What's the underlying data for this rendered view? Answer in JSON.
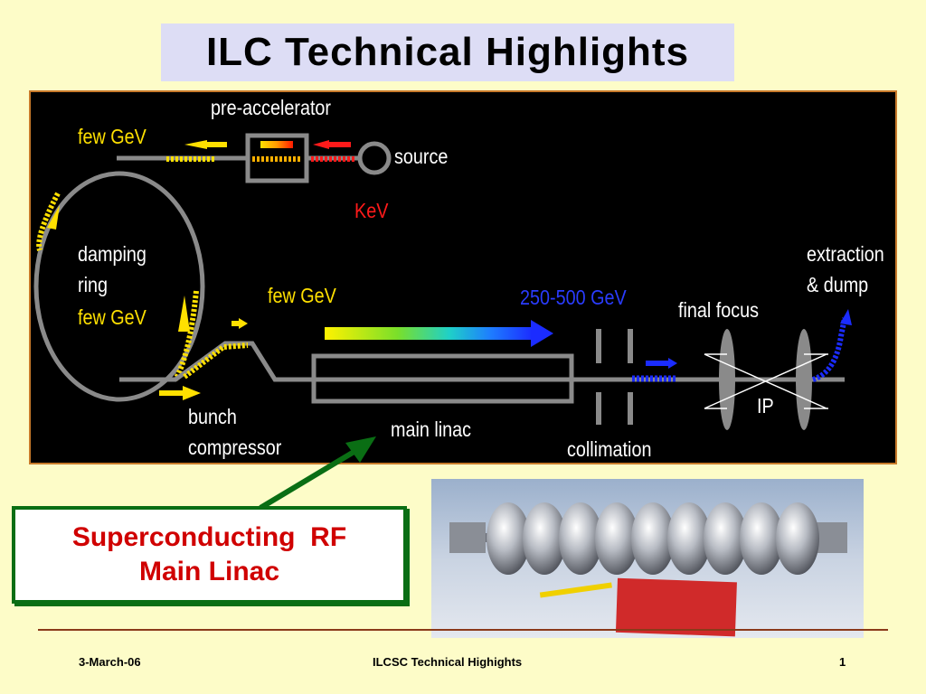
{
  "title": "ILC Technical Highlights",
  "diagram": {
    "pre_accelerator": "pre-accelerator",
    "source": "source",
    "kev": "KeV",
    "few_gev_top": "few GeV",
    "damping_ring_line1": "damping",
    "damping_ring_line2": "ring",
    "few_gev_ring": "few GeV",
    "few_gev_mid": "few GeV",
    "energy_range": "250-500 GeV",
    "final_focus": "final focus",
    "extraction_line1": "extraction",
    "extraction_line2": "& dump",
    "ip": "IP",
    "bunch_line1": "bunch",
    "bunch_line2": "compressor",
    "main_linac": "main linac",
    "collimation": "collimation"
  },
  "callout": {
    "line1": "Superconducting  RF",
    "line2": "Main Linac"
  },
  "footer": {
    "date": "3-March-06",
    "center": "ILCSC Technical Highights",
    "page": "1"
  },
  "colors": {
    "background": "#fdfcc8",
    "title_box": "#ddddf5",
    "callout_text": "#d00000",
    "callout_border": "#0a6e14",
    "diagram_bg": "#000000",
    "energy_range_text": "#2a3cff",
    "kev_text": "#ff1a1a",
    "few_gev_text": "#ffe000"
  }
}
